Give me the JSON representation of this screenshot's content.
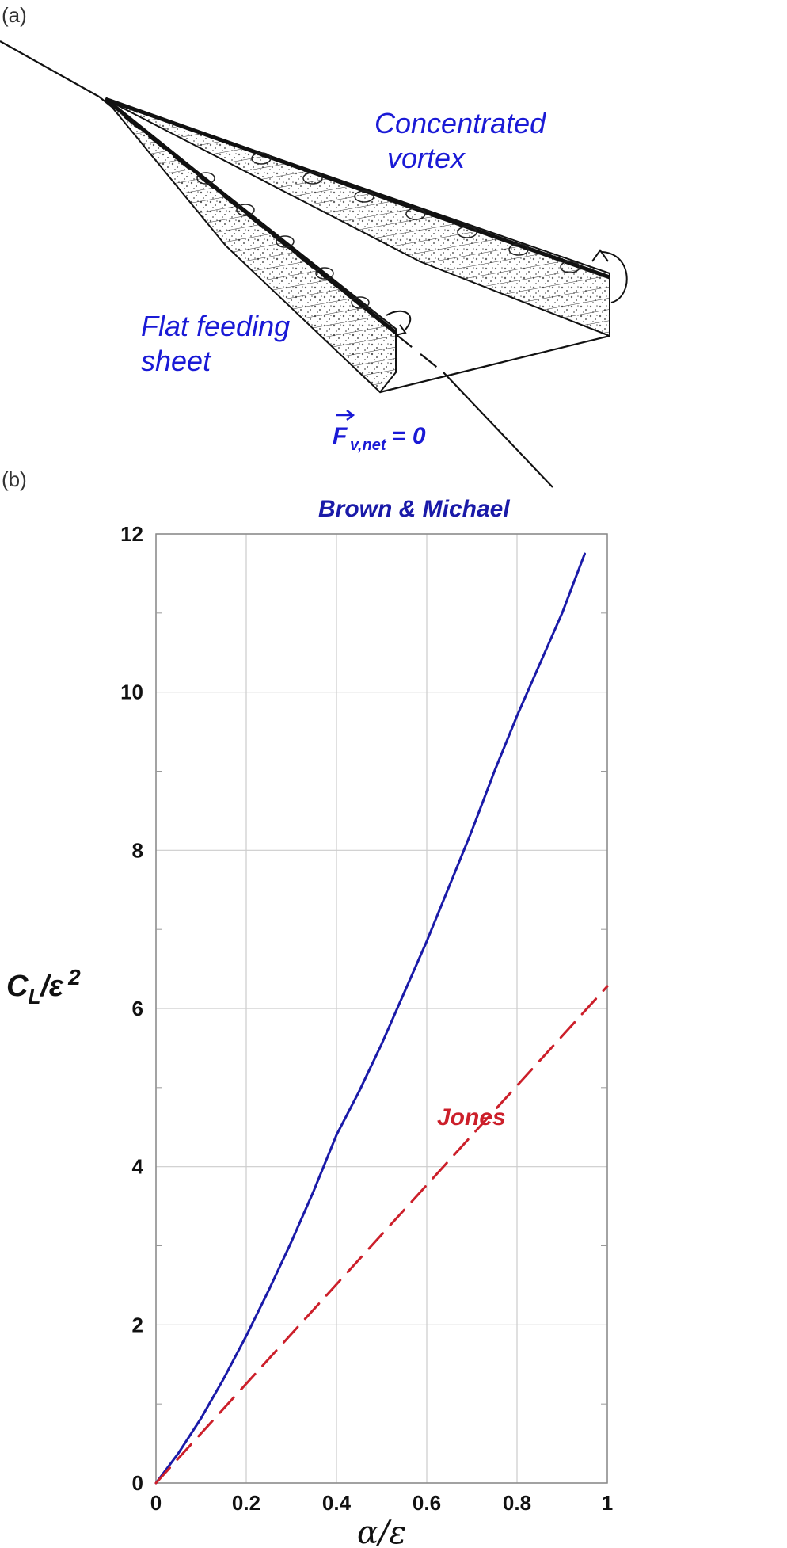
{
  "figure": {
    "panel_a_label": "(a)",
    "panel_b_label": "(b)"
  },
  "diagram": {
    "label_vortex_line1": "Concentrated",
    "label_vortex_line2": "vortex",
    "label_sheet_line1": "Flat feeding",
    "label_sheet_line2": "sheet",
    "force_symbol": "F",
    "force_subscript": "v,net",
    "force_eq": " = 0",
    "colors": {
      "text": "#1a1ad6",
      "ink": "#111111"
    }
  },
  "chart_data": {
    "type": "line",
    "xlabel": "α/ε",
    "ylabel_main": "C",
    "ylabel_sub": "L",
    "ylabel_rest": "/ε",
    "ylabel_sup": "2",
    "xlim": [
      0,
      1
    ],
    "ylim": [
      0,
      12
    ],
    "xticks": [
      "0",
      "0.2",
      "0.4",
      "0.6",
      "0.8",
      "1"
    ],
    "yticks": [
      "0",
      "2",
      "4",
      "6",
      "8",
      "10",
      "12"
    ],
    "grid": true,
    "series": [
      {
        "name": "Brown & Michael",
        "color": "#1a1aa8",
        "style": "solid",
        "x": [
          0,
          0.05,
          0.1,
          0.15,
          0.2,
          0.25,
          0.3,
          0.35,
          0.4,
          0.45,
          0.5,
          0.55,
          0.6,
          0.65,
          0.7,
          0.75,
          0.8,
          0.85,
          0.9,
          0.95
        ],
        "y": [
          0,
          0.38,
          0.82,
          1.32,
          1.86,
          2.44,
          3.05,
          3.7,
          4.4,
          4.95,
          5.55,
          6.2,
          6.85,
          7.55,
          8.25,
          9.0,
          9.7,
          10.35,
          11.0,
          11.75
        ]
      },
      {
        "name": "Jones",
        "color": "#cc1f2a",
        "style": "dashed",
        "x": [
          0,
          1
        ],
        "y": [
          0,
          6.28
        ]
      }
    ]
  }
}
